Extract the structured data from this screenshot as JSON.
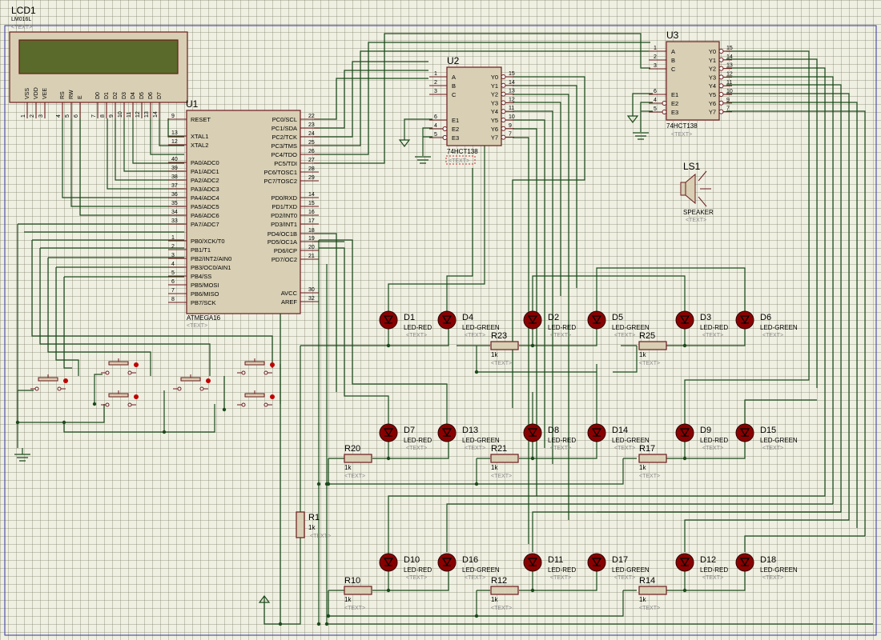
{
  "lcd": {
    "ref": "LCD1",
    "part": "LM016L",
    "text": "<TEXT>",
    "pins": [
      {
        "n": "1",
        "l": "VSS"
      },
      {
        "n": "2",
        "l": "VDD"
      },
      {
        "n": "3",
        "l": "VEE"
      },
      {
        "n": "4",
        "l": "RS"
      },
      {
        "n": "5",
        "l": "RW"
      },
      {
        "n": "6",
        "l": "E"
      },
      {
        "n": "7",
        "l": "D0"
      },
      {
        "n": "8",
        "l": "D1"
      },
      {
        "n": "9",
        "l": "D2"
      },
      {
        "n": "10",
        "l": "D3"
      },
      {
        "n": "11",
        "l": "D4"
      },
      {
        "n": "12",
        "l": "D5"
      },
      {
        "n": "13",
        "l": "D6"
      },
      {
        "n": "14",
        "l": "D7"
      }
    ]
  },
  "mcu": {
    "ref": "U1",
    "part": "ATMEGA16",
    "text": "<TEXT>",
    "left": [
      {
        "n": "9",
        "l": "RESET"
      },
      {
        "n": "13",
        "l": "XTAL1"
      },
      {
        "n": "12",
        "l": "XTAL2"
      },
      {
        "n": "40",
        "l": "PA0/ADC0"
      },
      {
        "n": "39",
        "l": "PA1/ADC1"
      },
      {
        "n": "38",
        "l": "PA2/ADC2"
      },
      {
        "n": "37",
        "l": "PA3/ADC3"
      },
      {
        "n": "36",
        "l": "PA4/ADC4"
      },
      {
        "n": "35",
        "l": "PA5/ADC5"
      },
      {
        "n": "34",
        "l": "PA6/ADC6"
      },
      {
        "n": "33",
        "l": "PA7/ADC7"
      },
      {
        "n": "1",
        "l": "PB0/XCK/T0"
      },
      {
        "n": "2",
        "l": "PB1/T1"
      },
      {
        "n": "3",
        "l": "PB2/INT2/AIN0"
      },
      {
        "n": "4",
        "l": "PB3/OC0/AIN1"
      },
      {
        "n": "5",
        "l": "PB4/SS"
      },
      {
        "n": "6",
        "l": "PB5/MOSI"
      },
      {
        "n": "7",
        "l": "PB6/MISO"
      },
      {
        "n": "8",
        "l": "PB7/SCK"
      }
    ],
    "right": [
      {
        "n": "22",
        "l": "PC0/SCL"
      },
      {
        "n": "23",
        "l": "PC1/SDA"
      },
      {
        "n": "24",
        "l": "PC2/TCK"
      },
      {
        "n": "25",
        "l": "PC3/TMS"
      },
      {
        "n": "26",
        "l": "PC4/TDO"
      },
      {
        "n": "27",
        "l": "PC5/TDI"
      },
      {
        "n": "28",
        "l": "PC6/TOSC1"
      },
      {
        "n": "29",
        "l": "PC7/TOSC2"
      },
      {
        "n": "14",
        "l": "PD0/RXD"
      },
      {
        "n": "15",
        "l": "PD1/TXD"
      },
      {
        "n": "16",
        "l": "PD2/INT0"
      },
      {
        "n": "17",
        "l": "PD3/INT1"
      },
      {
        "n": "18",
        "l": "PD4/OC1B"
      },
      {
        "n": "19",
        "l": "PD5/OC1A"
      },
      {
        "n": "20",
        "l": "PD6/ICP"
      },
      {
        "n": "21",
        "l": "PD7/OC2"
      },
      {
        "n": "30",
        "l": "AVCC"
      },
      {
        "n": "32",
        "l": "AREF"
      }
    ]
  },
  "decoders": [
    {
      "ref": "U2",
      "part": "74HCT138",
      "text": "<TEXT>",
      "inputs": [
        {
          "n": "1",
          "l": "A"
        },
        {
          "n": "2",
          "l": "B"
        },
        {
          "n": "3",
          "l": "C"
        },
        {
          "n": "6",
          "l": "E1"
        },
        {
          "n": "4",
          "l": "E2"
        },
        {
          "n": "5",
          "l": "E3"
        }
      ],
      "outputs": [
        {
          "n": "15",
          "l": "Y0"
        },
        {
          "n": "14",
          "l": "Y1"
        },
        {
          "n": "13",
          "l": "Y2"
        },
        {
          "n": "12",
          "l": "Y3"
        },
        {
          "n": "11",
          "l": "Y4"
        },
        {
          "n": "10",
          "l": "Y5"
        },
        {
          "n": "9",
          "l": "Y6"
        },
        {
          "n": "7",
          "l": "Y7"
        }
      ]
    },
    {
      "ref": "U3",
      "part": "74HCT138",
      "text": "<TEXT>",
      "inputs": [
        {
          "n": "1",
          "l": "A"
        },
        {
          "n": "2",
          "l": "B"
        },
        {
          "n": "3",
          "l": "C"
        },
        {
          "n": "6",
          "l": "E1"
        },
        {
          "n": "4",
          "l": "E2"
        },
        {
          "n": "5",
          "l": "E3"
        }
      ],
      "outputs": [
        {
          "n": "15",
          "l": "Y0"
        },
        {
          "n": "14",
          "l": "Y1"
        },
        {
          "n": "13",
          "l": "Y2"
        },
        {
          "n": "12",
          "l": "Y3"
        },
        {
          "n": "11",
          "l": "Y4"
        },
        {
          "n": "10",
          "l": "Y5"
        },
        {
          "n": "9",
          "l": "Y6"
        },
        {
          "n": "7",
          "l": "Y7"
        }
      ]
    }
  ],
  "speaker": {
    "ref": "LS1",
    "part": "SPEAKER",
    "text": "<TEXT>"
  },
  "leds": [
    {
      "ref": "D1",
      "part": "LED-RED"
    },
    {
      "ref": "D4",
      "part": "LED-GREEN"
    },
    {
      "ref": "D2",
      "part": "LED-RED"
    },
    {
      "ref": "D5",
      "part": "LED-GREEN"
    },
    {
      "ref": "D3",
      "part": "LED-RED"
    },
    {
      "ref": "D6",
      "part": "LED-GREEN"
    },
    {
      "ref": "D7",
      "part": "LED-RED"
    },
    {
      "ref": "D13",
      "part": "LED-GREEN"
    },
    {
      "ref": "D8",
      "part": "LED-RED"
    },
    {
      "ref": "D14",
      "part": "LED-GREEN"
    },
    {
      "ref": "D9",
      "part": "LED-RED"
    },
    {
      "ref": "D15",
      "part": "LED-GREEN"
    },
    {
      "ref": "D10",
      "part": "LED-RED"
    },
    {
      "ref": "D16",
      "part": "LED-GREEN"
    },
    {
      "ref": "D11",
      "part": "LED-RED"
    },
    {
      "ref": "D17",
      "part": "LED-GREEN"
    },
    {
      "ref": "D12",
      "part": "LED-RED"
    },
    {
      "ref": "D18",
      "part": "LED-GREEN"
    }
  ],
  "led_text": "<TEXT>",
  "resistors": [
    {
      "ref": "R23",
      "value": "1k"
    },
    {
      "ref": "R25",
      "value": "1k"
    },
    {
      "ref": "R20",
      "value": "1k"
    },
    {
      "ref": "R21",
      "value": "1k"
    },
    {
      "ref": "R17",
      "value": "1k"
    },
    {
      "ref": "R10",
      "value": "1k"
    },
    {
      "ref": "R12",
      "value": "1k"
    },
    {
      "ref": "R14",
      "value": "1k"
    },
    {
      "ref": "R1",
      "value": "1k"
    }
  ],
  "res_text": "<TEXT>",
  "colors": {
    "body": "#d8cfb4",
    "outline": "#6b1a1a",
    "wire": "#1a4a1a",
    "lcd_screen": "#5a6a2a",
    "led_fill": "#8a0000",
    "grid_bg": "#efefe2"
  }
}
